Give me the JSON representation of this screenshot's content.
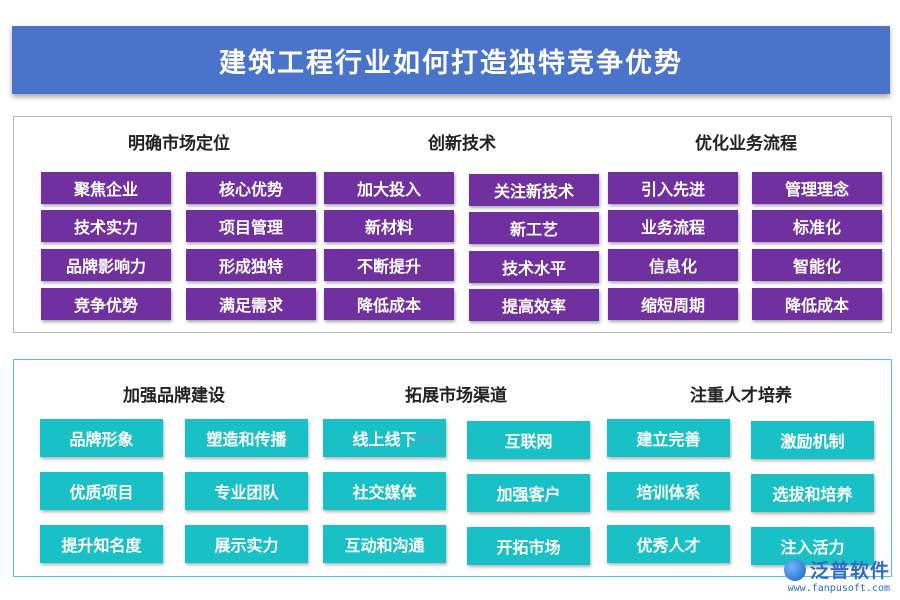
{
  "title": "建筑工程行业如何打造独特竞争优势",
  "top_sections": [
    {
      "heading": "明确市场定位",
      "items": [
        "聚焦企业",
        "核心优势",
        "技术实力",
        "项目管理",
        "品牌影响力",
        "形成独特",
        "竞争优势",
        "满足需求"
      ]
    },
    {
      "heading": "创新技术",
      "items": [
        "加大投入",
        "关注新技术",
        "新材料",
        "新工艺",
        "不断提升",
        "技术水平",
        "降低成本",
        "提高效率"
      ]
    },
    {
      "heading": "优化业务流程",
      "items": [
        "引入先进",
        "管理理念",
        "业务流程",
        "标准化",
        "信息化",
        "智能化",
        "缩短周期",
        "降低成本"
      ]
    }
  ],
  "bottom_sections": [
    {
      "heading": "加强品牌建设",
      "items": [
        "品牌形象",
        "塑造和传播",
        "优质项目",
        "专业团队",
        "提升知名度",
        "展示实力"
      ]
    },
    {
      "heading": "拓展市场渠道",
      "items": [
        "线上线下",
        "互联网",
        "社交媒体",
        "加强客户",
        "互动和沟通",
        "开拓市场"
      ]
    },
    {
      "heading": "注重人才培养",
      "items": [
        "建立完善",
        "激励机制",
        "培训体系",
        "选拔和培养",
        "优秀人才",
        "注入活力"
      ]
    }
  ],
  "watermark": {
    "brand": "泛普软件",
    "url": "www.fanpusoft.com",
    "mini": "泛普软件"
  },
  "colors": {
    "title_bg": "#4a74c9",
    "purple": "#7030a0",
    "cyan": "#19c0c6",
    "top_border": "#b9b9b9",
    "bottom_border": "#56c3cf"
  }
}
